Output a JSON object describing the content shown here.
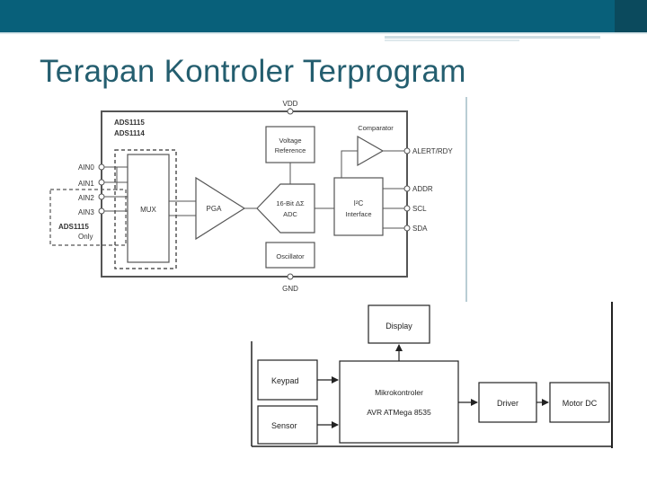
{
  "slide": {
    "title": "Terapan Kontroler Terprogram"
  },
  "ads": {
    "part1": "ADS1115",
    "part2": "ADS1114",
    "vdd": "VDD",
    "gnd": "GND",
    "ain0": "AIN0",
    "ain1": "AIN1",
    "ain2": "AIN2",
    "ain3": "AIN3",
    "note1": "ADS1115",
    "note2": "Only",
    "mux": "MUX",
    "pga": "PGA",
    "vref1": "Voltage",
    "vref2": "Reference",
    "adc1": "16-Bit ΔΣ",
    "adc2": "ADC",
    "i2c1": "I²C",
    "i2c2": "Interface",
    "oscillator": "Oscillator",
    "comparator": "Comparator",
    "alert": "ALERT/RDY",
    "addr": "ADDR",
    "scl": "SCL",
    "sda": "SDA"
  },
  "system": {
    "display": "Display",
    "keypad": "Keypad",
    "sensor": "Sensor",
    "mcu1": "Mikrokontroler",
    "mcu2": "AVR ATMega 8535",
    "driver": "Driver",
    "motor": "Motor DC"
  }
}
